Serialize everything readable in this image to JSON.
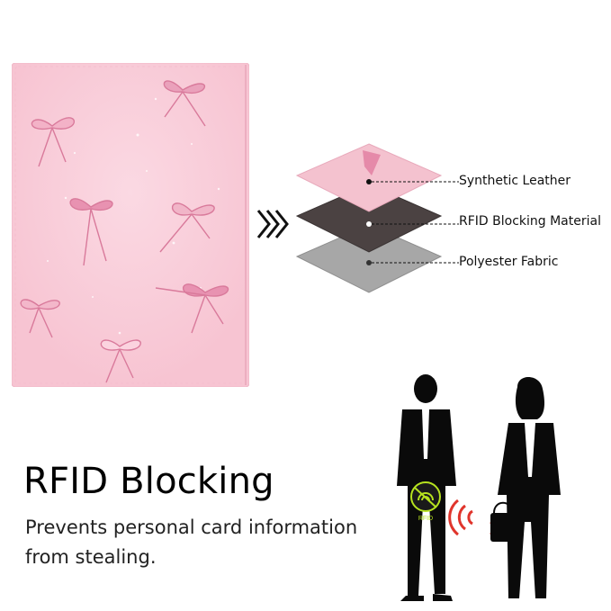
{
  "layers": {
    "synthetic_leather": "Synthetic Leather",
    "rfid_material": "RFID Blocking Material",
    "polyester": "Polyester Fabric"
  },
  "heading": "RFID Blocking",
  "description": {
    "line1": "Prevents personal card information",
    "line2": "from stealing."
  },
  "badge_text": "RFID",
  "icons": {
    "arrows": "chevron-right-triple-icon",
    "signal": "wireless-signal-icon"
  },
  "colors": {
    "cover_pink": "#f8c7d5",
    "bow_pink": "#e79bb6",
    "leather_layer": "#f4c2cf",
    "rfid_layer": "#4b4242",
    "polyester_layer": "#a7a7a7",
    "signal_red": "#e0352c",
    "badge_green": "#b6e21f"
  }
}
